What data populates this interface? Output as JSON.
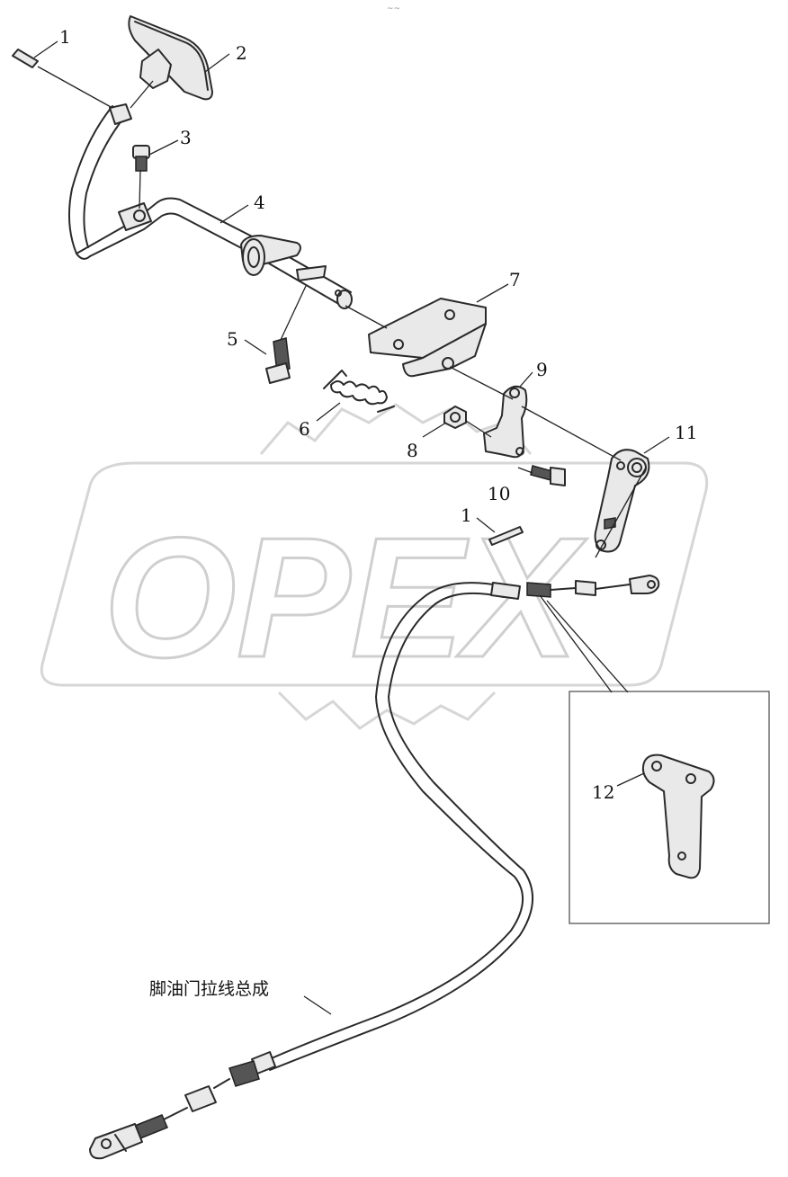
{
  "diagram": {
    "top_mark": "~~",
    "watermark": "OPEX",
    "part_labels": [
      {
        "id": "1a",
        "text": "1"
      },
      {
        "id": "2",
        "text": "2"
      },
      {
        "id": "3",
        "text": "3"
      },
      {
        "id": "4",
        "text": "4"
      },
      {
        "id": "5",
        "text": "5"
      },
      {
        "id": "6",
        "text": "6"
      },
      {
        "id": "7",
        "text": "7"
      },
      {
        "id": "8",
        "text": "8"
      },
      {
        "id": "9",
        "text": "9"
      },
      {
        "id": "10",
        "text": "10"
      },
      {
        "id": "11",
        "text": "11"
      },
      {
        "id": "1b",
        "text": "1"
      },
      {
        "id": "12",
        "text": "12"
      }
    ],
    "cable_caption": "脚油门拉线总成"
  }
}
